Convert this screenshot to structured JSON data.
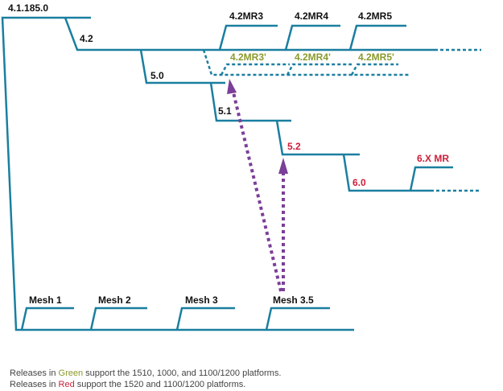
{
  "labels": {
    "v4_1_185": "4.1.185.0",
    "v4_2": "4.2",
    "v5_0": "5.0",
    "v5_1": "5.1",
    "v5_2": "5.2",
    "v6_0": "6.0",
    "v6_x_mr": "6.X MR",
    "mr3": "4.2MR3",
    "mr4": "4.2MR4",
    "mr5": "4.2MR5",
    "mr3p": "4.2MR3'",
    "mr4p": "4.2MR4'",
    "mr5p": "4.2MR5'",
    "mesh1": "Mesh 1",
    "mesh2": "Mesh 2",
    "mesh3": "Mesh 3",
    "mesh35": "Mesh 3.5"
  },
  "legend": {
    "line1": {
      "prefix": "Releases in ",
      "color_word": "Green",
      "suffix": " support the 1510, 1000, and 1100/1200 platforms."
    },
    "line2": {
      "prefix": "Releases in ",
      "color_word": "Red",
      "suffix": " support the 1520 and 1100/1200 platforms."
    }
  },
  "colors": {
    "line": "#1a7fa0",
    "arrow": "#7b3f98",
    "green": "#8a9a2b",
    "red": "#cc1f3a",
    "label": "#111111"
  }
}
